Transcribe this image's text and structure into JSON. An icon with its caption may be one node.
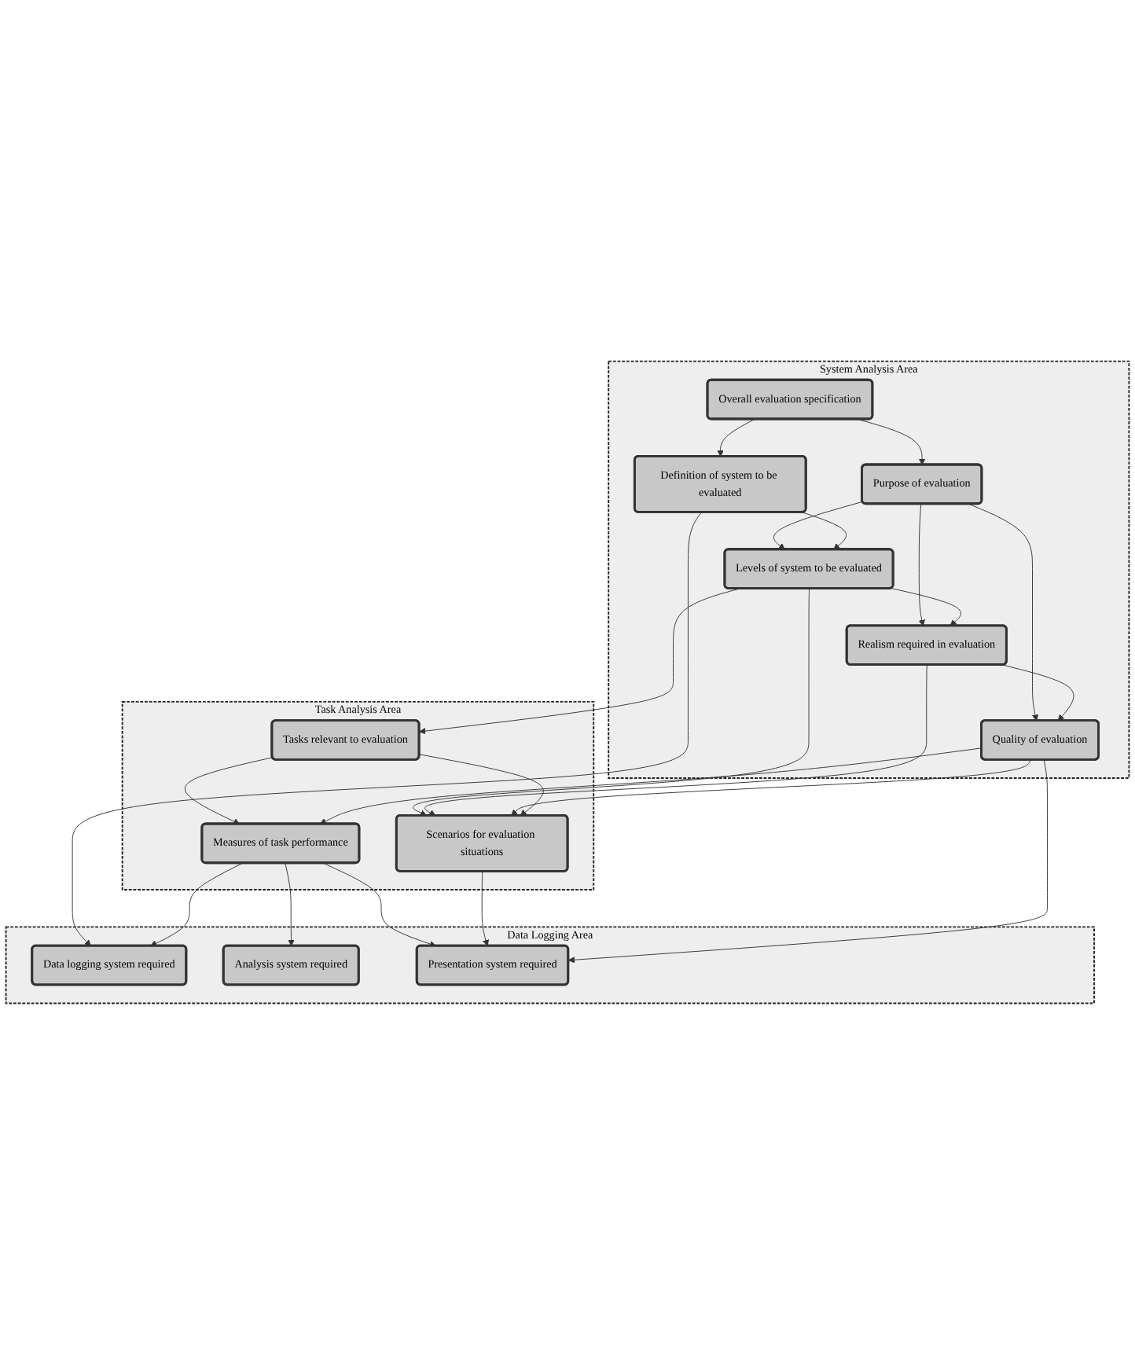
{
  "diagram": {
    "nodes": [
      {
        "text": [
          "System Analysis Area"
        ]
      },
      {
        "text": [
          "Overall evaluation specification"
        ],
        "in": 0
      },
      {
        "text": [
          "Purpose of evaluation"
        ],
        "in": 0
      },
      {
        "text": [
          "Definition of system to be evaluated"
        ],
        "in": 0
      },
      {
        "text": [
          "Levels of system to be evaluated"
        ],
        "in": 0
      },
      {
        "text": [
          "Realism required in evaluation"
        ],
        "in": 0
      },
      {
        "text": [
          "Quality of evaluation"
        ],
        "in": 0
      },
      {
        "text": [
          "Task Analysis Area"
        ]
      },
      {
        "text": [
          "Tasks relevant to evaluation"
        ],
        "in": 7
      },
      {
        "text": [
          "Scenarios for evaluation situations"
        ],
        "in": 7
      },
      {
        "text": [
          "Measures of task performance"
        ],
        "in": 7
      },
      {
        "text": [
          "Data Logging Area"
        ]
      },
      {
        "text": [
          "Data logging system required"
        ],
        "in": 11
      },
      {
        "text": [
          "Analysis system required"
        ],
        "in": 11
      },
      {
        "text": [
          "Presentation system required"
        ],
        "in": 11
      }
    ],
    "edges": [
      {
        "from": 1,
        "to": 2,
        "arrow": "to"
      },
      {
        "from": 1,
        "to": 3,
        "arrow": "to"
      },
      {
        "from": 2,
        "to": 4,
        "arrow": "to"
      },
      {
        "from": 2,
        "to": 5,
        "arrow": "to"
      },
      {
        "from": 2,
        "to": 6,
        "arrow": "to"
      },
      {
        "from": 3,
        "to": 4,
        "arrow": "to"
      },
      {
        "from": 4,
        "to": 5,
        "arrow": "to"
      },
      {
        "from": 5,
        "to": 6,
        "arrow": "to"
      },
      {
        "from": 4,
        "to": 8,
        "arrow": "to"
      },
      {
        "from": 4,
        "to": 9,
        "arrow": "to"
      },
      {
        "from": 5,
        "to": 9,
        "arrow": "to"
      },
      {
        "from": 6,
        "to": 9,
        "arrow": "to"
      },
      {
        "from": 8,
        "to": 9,
        "arrow": "to"
      },
      {
        "from": 8,
        "to": 10,
        "arrow": "to"
      },
      {
        "from": 6,
        "to": 10,
        "arrow": "to"
      },
      {
        "from": 3,
        "to": 12,
        "arrow": "to"
      },
      {
        "from": 10,
        "to": 12,
        "arrow": "to"
      },
      {
        "from": 10,
        "to": 13,
        "arrow": "to"
      },
      {
        "from": 10,
        "to": 14,
        "arrow": "to"
      },
      {
        "from": 9,
        "to": 14,
        "arrow": "to"
      },
      {
        "from": 6,
        "to": 14,
        "arrow": "to"
      }
    ]
  }
}
